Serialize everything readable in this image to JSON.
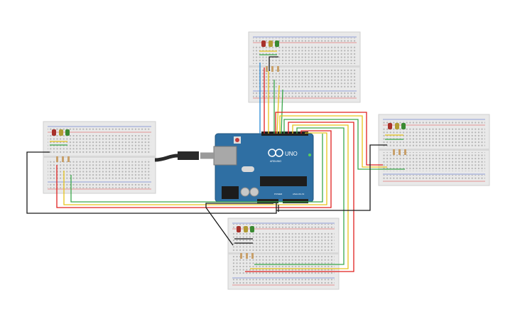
{
  "arduino": {
    "brand_label": "UNO",
    "subtitle_label": "ARDUINO",
    "power_label": "POWER",
    "analog_label": "ANALOG IN",
    "board_color": "#2f6fa3",
    "header_color": "#222222"
  },
  "breadboards": [
    {
      "id": "top",
      "leds": [
        "red",
        "yellow",
        "green"
      ]
    },
    {
      "id": "left",
      "leds": [
        "red",
        "yellow",
        "green"
      ]
    },
    {
      "id": "right",
      "leds": [
        "red",
        "yellow",
        "green"
      ]
    },
    {
      "id": "bottom",
      "leds": [
        "red",
        "yellow",
        "green"
      ]
    }
  ],
  "colors": {
    "led_red": "#a8312a",
    "led_yellow": "#b19b32",
    "led_green": "#3a8a32",
    "wire_red": "#e0201f",
    "wire_yellow": "#e6c31a",
    "wire_green": "#3aa84a",
    "wire_blue": "#2a8ad6",
    "wire_black": "#1a1a1a",
    "breadboard": "#e9e9e9",
    "rail_red": "#e04040",
    "rail_blue": "#3a58c8"
  },
  "usb_cable": {
    "icon": "usb-cable-icon"
  }
}
